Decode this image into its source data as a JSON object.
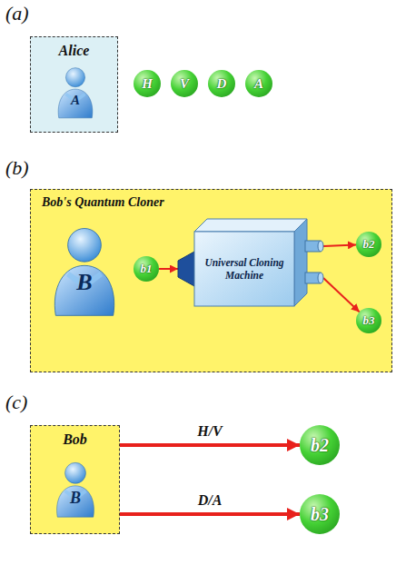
{
  "diagram": {
    "nodes": [
      {
        "text": [
          "Alice"
        ]
      },
      {
        "text": [
          "A"
        ],
        "in": 0
      },
      {
        "text": [
          "H"
        ]
      },
      {
        "text": [
          "V"
        ]
      },
      {
        "text": [
          "D"
        ]
      },
      {
        "text": [
          "A"
        ]
      },
      {
        "text": [
          "Bob's Quantum Cloner"
        ]
      },
      {
        "text": [
          "B"
        ],
        "in": 6
      },
      {
        "text": [
          "b1"
        ],
        "in": 6
      },
      {
        "text": [
          "Universal Cloning Machine"
        ],
        "in": 6
      },
      {
        "text": [
          "b2"
        ],
        "in": 6
      },
      {
        "text": [
          "b3"
        ],
        "in": 6
      },
      {
        "text": [
          "Bob"
        ]
      },
      {
        "text": [
          "B"
        ],
        "in": 12
      },
      {
        "text": [
          "b2"
        ]
      },
      {
        "text": [
          "b3"
        ]
      }
    ],
    "edges": [
      {
        "from": 8,
        "to": 9,
        "arrow": "to"
      },
      {
        "from": 9,
        "to": 10,
        "arrow": "to"
      },
      {
        "from": 9,
        "to": 11,
        "arrow": "to"
      },
      {
        "from": 12,
        "to": 14,
        "label": "H/V",
        "arrow": "to"
      },
      {
        "from": 12,
        "to": 15,
        "label": "D/A",
        "arrow": "to"
      }
    ],
    "labels": [
      "(a)",
      "(b)",
      "(c)"
    ]
  }
}
